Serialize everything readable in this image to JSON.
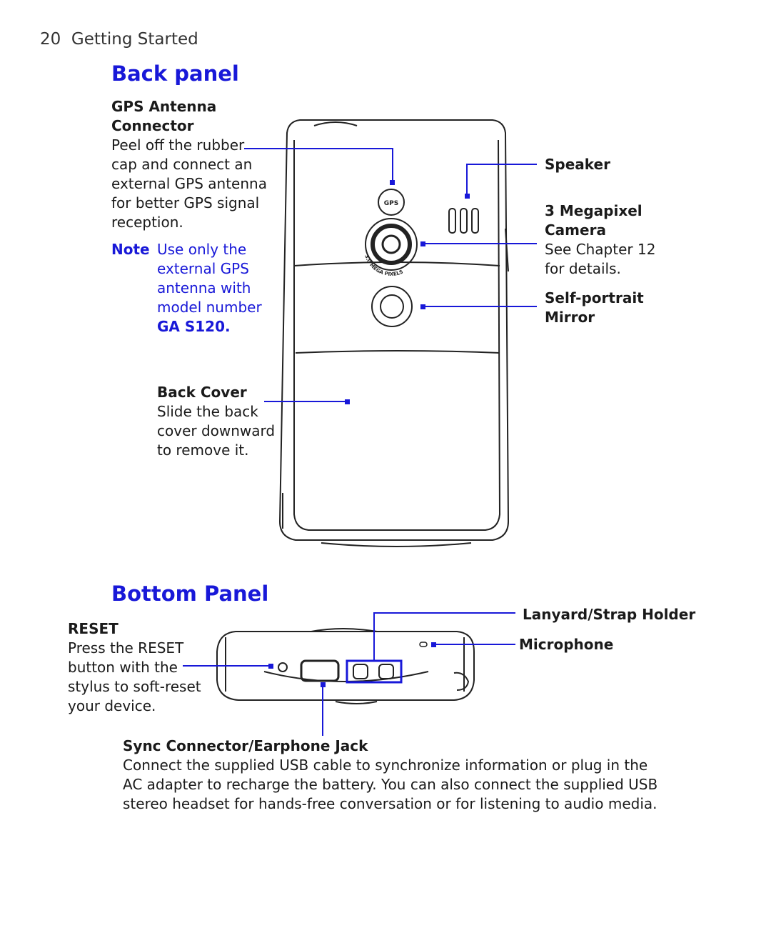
{
  "header": {
    "page_number": "20",
    "section": "Getting Started"
  },
  "back_panel": {
    "title": "Back panel",
    "gps": {
      "heading_line1": "GPS Antenna",
      "heading_line2": "Connector",
      "lines": [
        "Peel off the rubber",
        "cap and connect an",
        "external GPS antenna",
        "for better GPS signal",
        "reception."
      ]
    },
    "note": {
      "label": "Note",
      "lines": [
        "Use only the",
        "external GPS",
        "antenna with",
        "model number"
      ],
      "model": "GA S120."
    },
    "back_cover": {
      "heading": "Back Cover",
      "lines": [
        "Slide the back",
        "cover downward",
        "to remove it."
      ]
    },
    "speaker": {
      "heading": "Speaker"
    },
    "camera": {
      "heading_line1": "3 Megapixel",
      "heading_line2": "Camera",
      "lines": [
        "See Chapter 12",
        "for details."
      ]
    },
    "mirror": {
      "heading_line1": "Self-portrait",
      "heading_line2": "Mirror"
    },
    "device_marks": {
      "gps_badge": "GPS",
      "camera_ring": "3.0 MEGA PIXELS"
    }
  },
  "bottom_panel": {
    "title": "Bottom Panel",
    "reset": {
      "heading": "RESET",
      "lines": [
        "Press the RESET",
        "button with the",
        "stylus to soft-reset",
        "your device."
      ]
    },
    "lanyard": {
      "heading": "Lanyard/Strap Holder"
    },
    "microphone": {
      "heading": "Microphone"
    },
    "sync": {
      "heading": "Sync Connector/Earphone Jack",
      "lines": [
        "Connect the supplied USB cable to synchronize information or plug in the",
        "AC adapter to recharge the battery. You can also connect the supplied USB",
        "stereo headset for hands-free conversation or for listening to audio media."
      ]
    }
  },
  "colors": {
    "accent": "#1818d8",
    "text": "#1a1a1a",
    "device_stroke": "#222222"
  }
}
